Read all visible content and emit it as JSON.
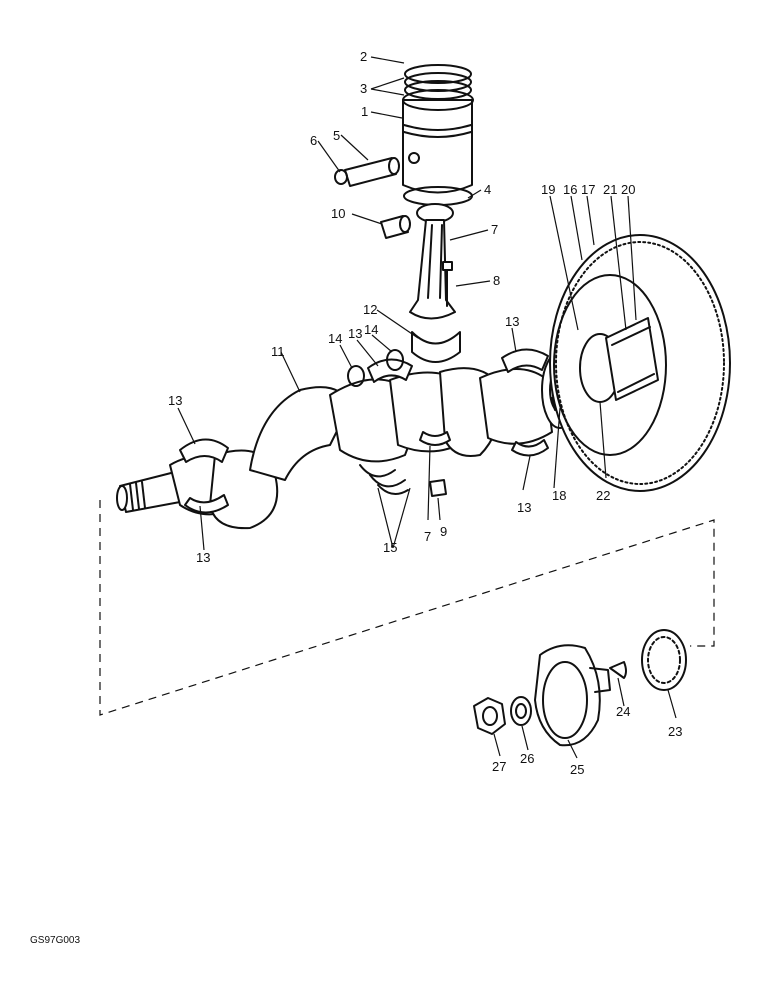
{
  "drawing_ref": "GS97G003",
  "callouts": {
    "c1": "1",
    "c2": "2",
    "c3": "3",
    "c4": "4",
    "c5": "5",
    "c6": "6",
    "c7a": "7",
    "c7b": "7",
    "c8": "8",
    "c9": "9",
    "c10": "10",
    "c11": "11",
    "c12": "12",
    "c13a": "13",
    "c13b": "13",
    "c13c": "13",
    "c13d": "13",
    "c13e": "13",
    "c14a": "14",
    "c14b": "14",
    "c15": "15",
    "c16": "16",
    "c17": "17",
    "c18": "18",
    "c19": "19",
    "c20": "20",
    "c21": "21",
    "c22": "22",
    "c23": "23",
    "c24": "24",
    "c25": "25",
    "c26": "26",
    "c27": "27"
  }
}
